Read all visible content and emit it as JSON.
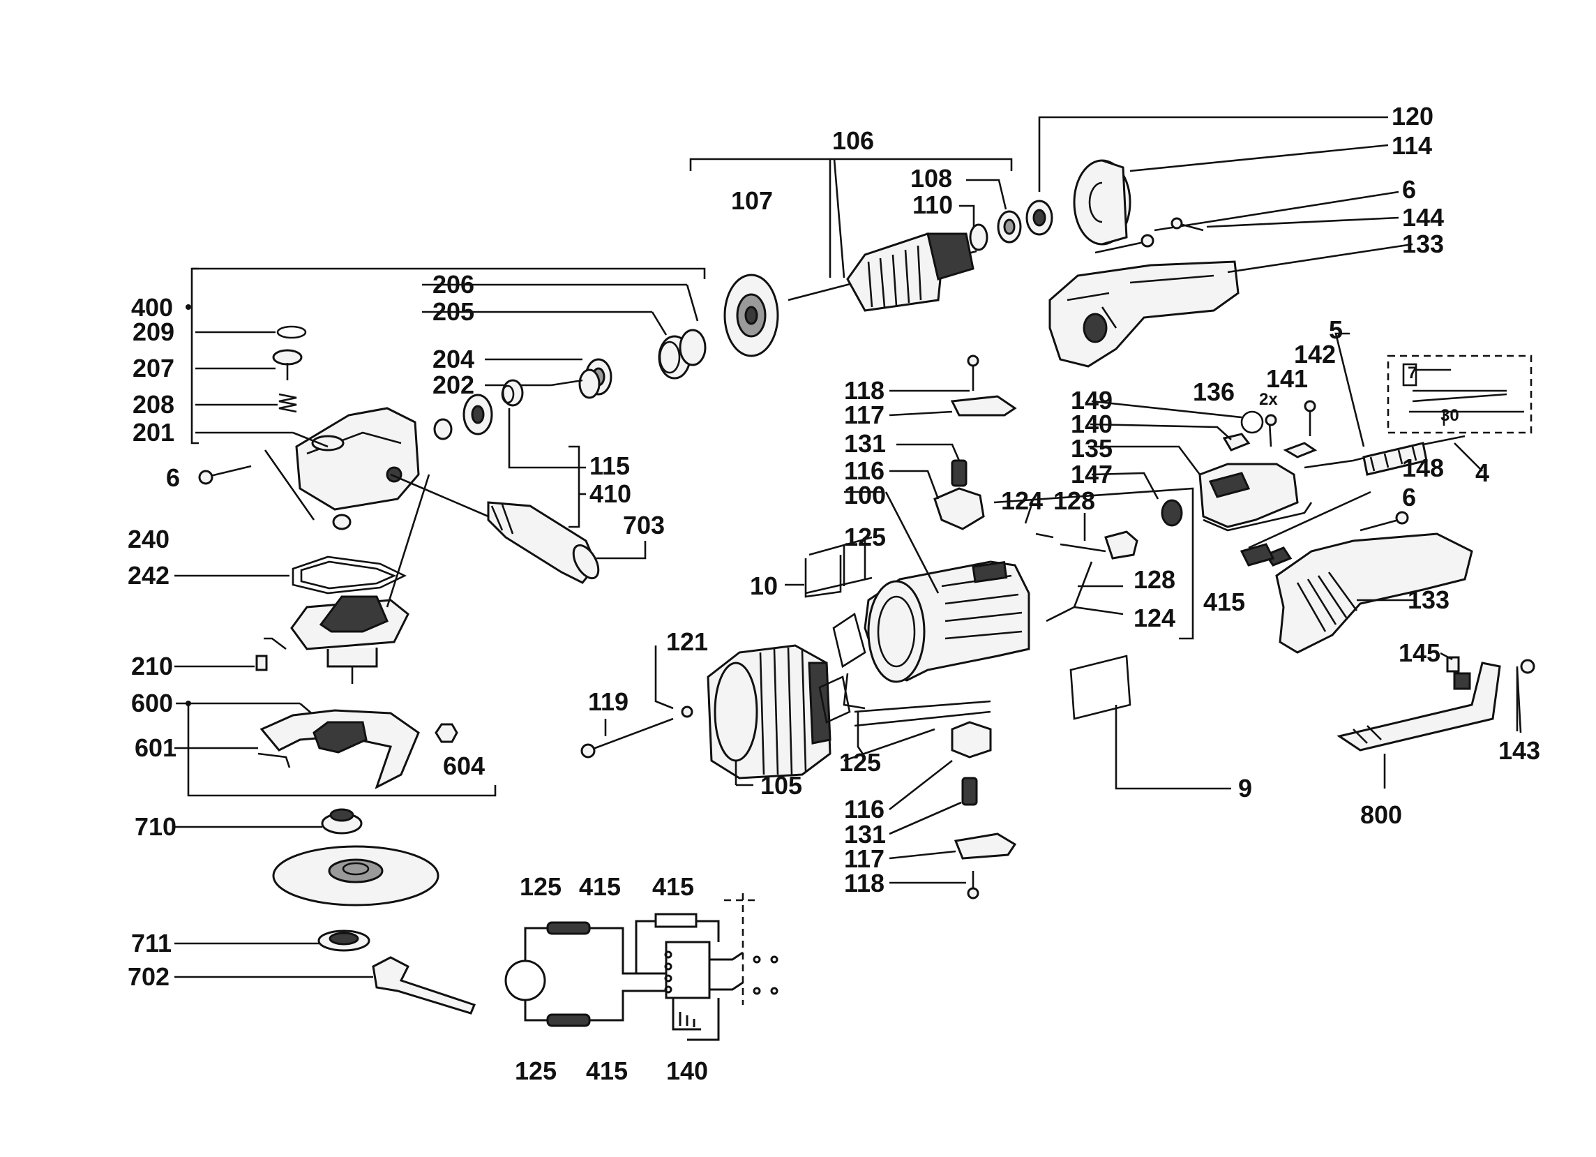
{
  "labels": {
    "l120": "120",
    "l114": "114",
    "l106": "106",
    "l107": "107",
    "l108": "108",
    "l110": "110",
    "l6a": "6",
    "l144": "144",
    "l133a": "133",
    "l400": "400",
    "l206": "206",
    "l205": "205",
    "l209": "209",
    "l207": "207",
    "l204": "204",
    "l202": "202",
    "l208": "208",
    "l201": "201",
    "l6b": "6",
    "l115": "115",
    "l410": "410",
    "l703": "703",
    "l240": "240",
    "l242": "242",
    "l5": "5",
    "l142": "142",
    "l118a": "118",
    "l117a": "117",
    "l131a": "131",
    "l116a": "116",
    "l100": "100",
    "l149": "149",
    "l136": "136",
    "l2x": "2x",
    "l141": "141",
    "l140a": "140",
    "l135": "135",
    "l147": "147",
    "l148": "148",
    "l4": "4",
    "l124a": "124",
    "l128a": "128",
    "l6c": "6",
    "l125a": "125",
    "l10": "10",
    "l128b": "128",
    "l415a": "415",
    "l124b": "124",
    "l133b": "133",
    "l121": "121",
    "l119": "119",
    "l210": "210",
    "l600": "600",
    "l601": "601",
    "l604": "604",
    "l105": "105",
    "l125b": "125",
    "l116b": "116",
    "l131b": "131",
    "l117b": "117",
    "l118b": "118",
    "l145": "145",
    "l143": "143",
    "l800": "800",
    "l9": "9",
    "l710": "710",
    "l711": "711",
    "l702": "702",
    "l125c": "125",
    "l415b": "415",
    "l415c": "415",
    "l125d": "125",
    "l415d": "415",
    "l140b": "140",
    "l7": "7",
    "l30": "30"
  }
}
